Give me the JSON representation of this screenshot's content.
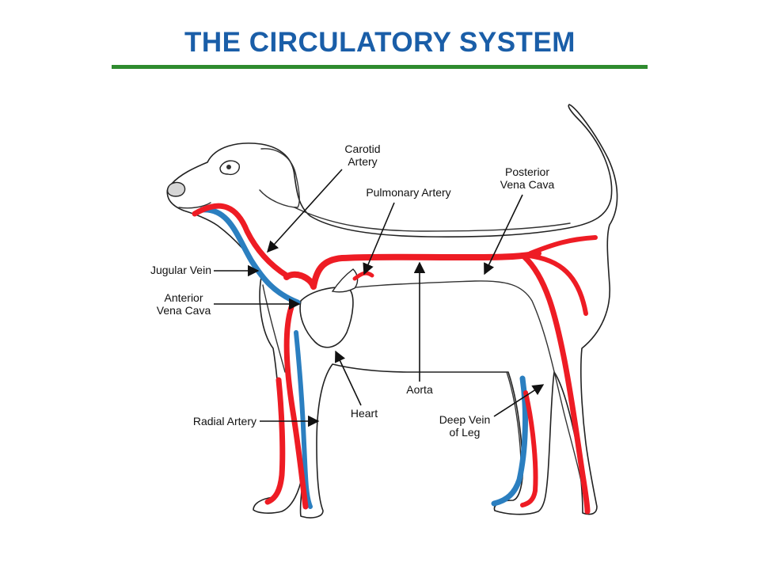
{
  "title": "THE CIRCULATORY SYSTEM",
  "colors": {
    "title": "#1a5ea8",
    "rule": "#2e8b2e",
    "artery": "#ee1c24",
    "vein": "#2b7fc0",
    "outline": "#222222"
  },
  "labels": {
    "carotid_artery": [
      "Carotid",
      "Artery"
    ],
    "pulmonary_artery": "Pulmonary Artery",
    "posterior_vena_cava": [
      "Posterior",
      "Vena Cava"
    ],
    "jugular_vein": "Jugular Vein",
    "anterior_vena_cava": [
      "Anterior",
      "Vena Cava"
    ],
    "radial_artery": "Radial Artery",
    "heart": "Heart",
    "aorta": "Aorta",
    "deep_vein_of_leg": [
      "Deep Vein",
      "of Leg"
    ]
  }
}
